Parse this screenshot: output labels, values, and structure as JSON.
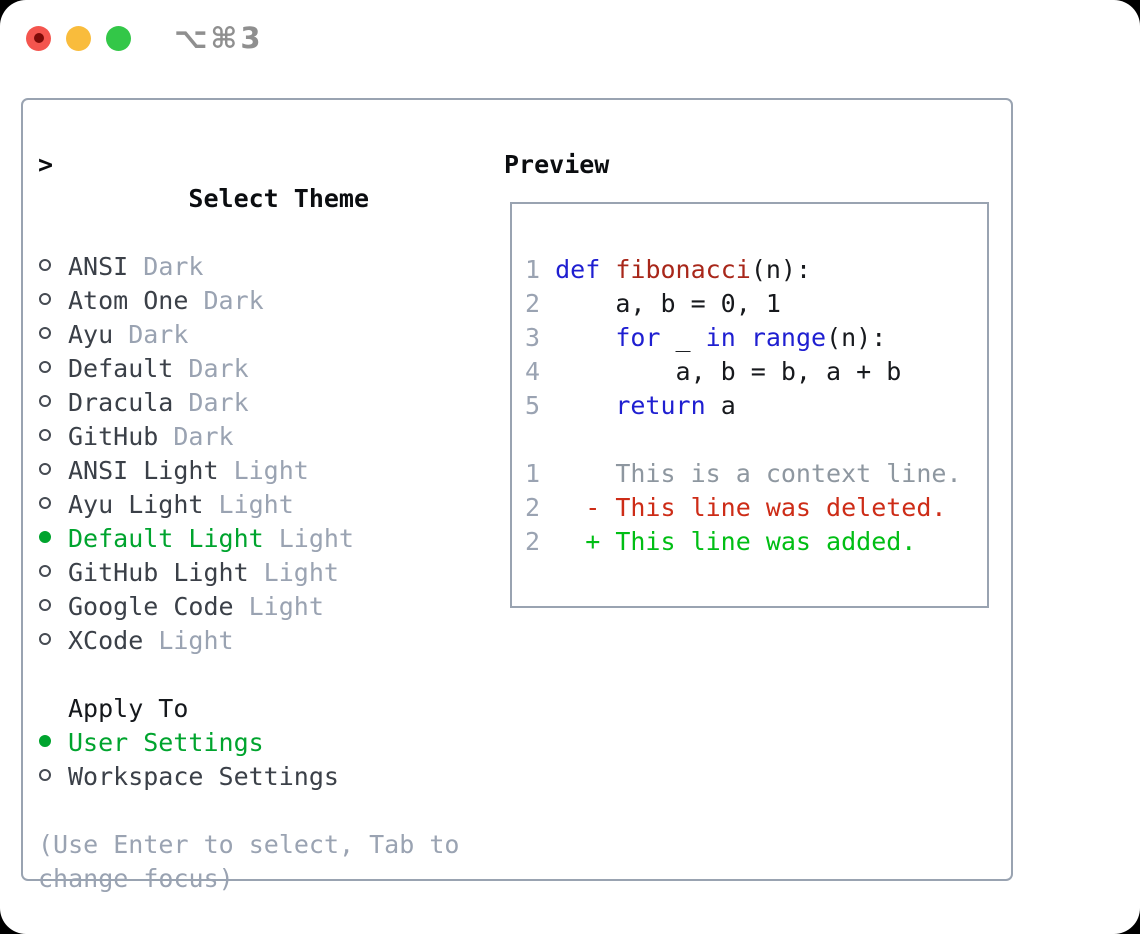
{
  "window": {
    "shortcut": "⌥⌘3"
  },
  "colors": {
    "panel_border": "#99a3b1",
    "muted_gray": "#9aa3b2",
    "item_dark": "#3b4048",
    "selected_green": "#00a42e",
    "keyword_blue": "#1f1fd1",
    "function_red": "#a8271a",
    "deleted_red": "#cd2c17",
    "added_green": "#00be14",
    "traffic_red": "#f4554e",
    "traffic_yellow": "#f9bc3c",
    "traffic_green": "#33c748"
  },
  "theme_selector": {
    "title_prefix": ">",
    "title": "Select Theme",
    "items": [
      {
        "name": "ANSI",
        "variant": "Dark",
        "selected": false
      },
      {
        "name": "Atom One",
        "variant": "Dark",
        "selected": false
      },
      {
        "name": "Ayu",
        "variant": "Dark",
        "selected": false
      },
      {
        "name": "Default",
        "variant": "Dark",
        "selected": false
      },
      {
        "name": "Dracula",
        "variant": "Dark",
        "selected": false
      },
      {
        "name": "GitHub",
        "variant": "Dark",
        "selected": false
      },
      {
        "name": "ANSI Light",
        "variant": "Light",
        "selected": false
      },
      {
        "name": "Ayu Light",
        "variant": "Light",
        "selected": false
      },
      {
        "name": "Default Light",
        "variant": "Light",
        "selected": true
      },
      {
        "name": "GitHub Light",
        "variant": "Light",
        "selected": false
      },
      {
        "name": "Google Code",
        "variant": "Light",
        "selected": false
      },
      {
        "name": "XCode",
        "variant": "Light",
        "selected": false
      }
    ],
    "apply_to": {
      "title": "Apply To",
      "options": [
        {
          "label": "User Settings",
          "selected": true
        },
        {
          "label": "Workspace Settings",
          "selected": false
        }
      ]
    },
    "hint": "(Use Enter to select, Tab to change focus)"
  },
  "preview": {
    "title": "Preview",
    "code_lines": [
      {
        "num": "1",
        "segs": [
          [
            "plain",
            " "
          ],
          [
            "keyword",
            "def"
          ],
          [
            "plain",
            " "
          ],
          [
            "function",
            "fibonacci"
          ],
          [
            "plain",
            "(n):"
          ]
        ]
      },
      {
        "num": "2",
        "segs": [
          [
            "plain",
            "     a, b = 0, 1"
          ]
        ]
      },
      {
        "num": "3",
        "segs": [
          [
            "plain",
            "     "
          ],
          [
            "keyword",
            "for"
          ],
          [
            "plain",
            " _ "
          ],
          [
            "keyword",
            "in"
          ],
          [
            "plain",
            " "
          ],
          [
            "keyword",
            "range"
          ],
          [
            "plain",
            "(n):"
          ]
        ]
      },
      {
        "num": "4",
        "segs": [
          [
            "plain",
            "         a, b = b, a + b"
          ]
        ]
      },
      {
        "num": "5",
        "segs": [
          [
            "plain",
            "     "
          ],
          [
            "keyword",
            "return"
          ],
          [
            "plain",
            " a"
          ]
        ]
      },
      {
        "num": "",
        "segs": []
      },
      {
        "num": "1",
        "segs": [
          [
            "context",
            "     This is a context line."
          ]
        ]
      },
      {
        "num": "2",
        "segs": [
          [
            "plain",
            "   "
          ],
          [
            "deleted",
            "- This line was deleted."
          ]
        ]
      },
      {
        "num": "2",
        "segs": [
          [
            "plain",
            "   "
          ],
          [
            "added",
            "+ This line was added."
          ]
        ]
      }
    ]
  }
}
